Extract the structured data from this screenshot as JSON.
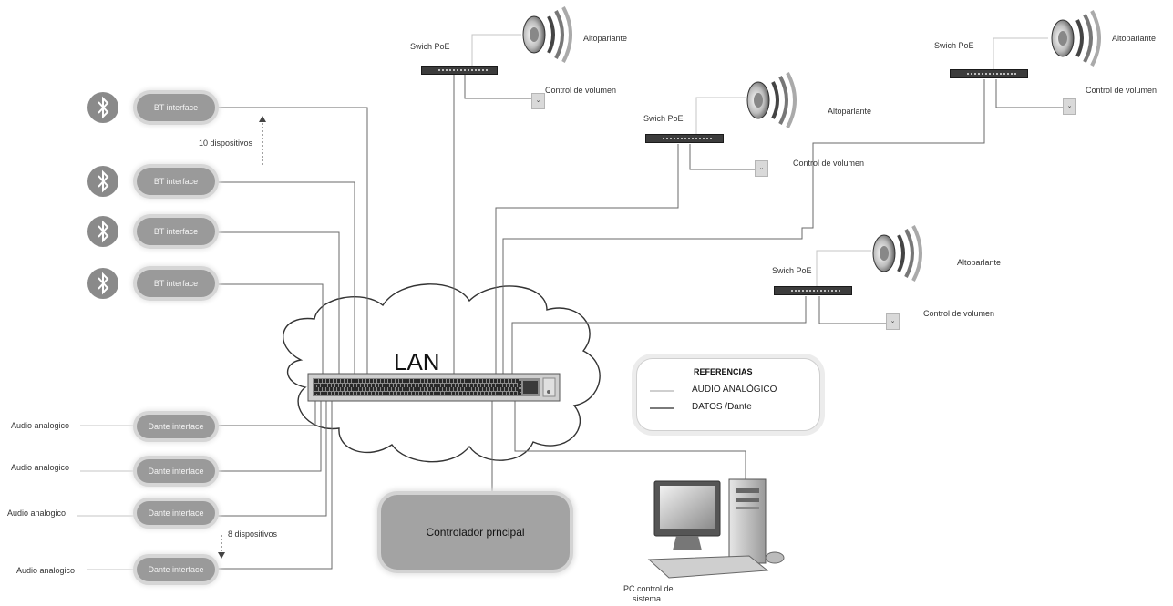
{
  "lan": {
    "label": "LAN"
  },
  "bt_interfaces": [
    {
      "label": "BT interface"
    },
    {
      "label": "BT interface"
    },
    {
      "label": "BT interface"
    },
    {
      "label": "BT interface"
    }
  ],
  "bt_devices_note": "10 dispositivos",
  "dante_interfaces": [
    {
      "label": "Dante interface",
      "input": "Audio analogico"
    },
    {
      "label": "Dante interface",
      "input": "Audio analogico"
    },
    {
      "label": "Dante interface",
      "input": "Audio analogico"
    },
    {
      "label": "Dante interface",
      "input": "Audio analogico"
    }
  ],
  "dante_devices_note": "8 dispositivos",
  "zones": [
    {
      "switch": "Swich PoE",
      "speaker": "Altoparlante",
      "volume": "Control de volumen"
    },
    {
      "switch": "Swich PoE",
      "speaker": "Altoparlante",
      "volume": "Control de volumen"
    },
    {
      "switch": "Swich PoE",
      "speaker": "Altoparlante",
      "volume": "Control de volumen"
    },
    {
      "switch": "Swich PoE",
      "speaker": "Altoparlante",
      "volume": "Control de volumen"
    }
  ],
  "controller": {
    "label": "Controlador prncipal"
  },
  "pc": {
    "label_line1": "PC control del",
    "label_line2": "sistema"
  },
  "legend": {
    "title": "REFERENCIAS",
    "items": [
      {
        "label": "AUDIO ANALÓGICO",
        "color": "#cfcfcf"
      },
      {
        "label": "DATOS /Dante",
        "color": "#7a7a7a"
      }
    ]
  }
}
